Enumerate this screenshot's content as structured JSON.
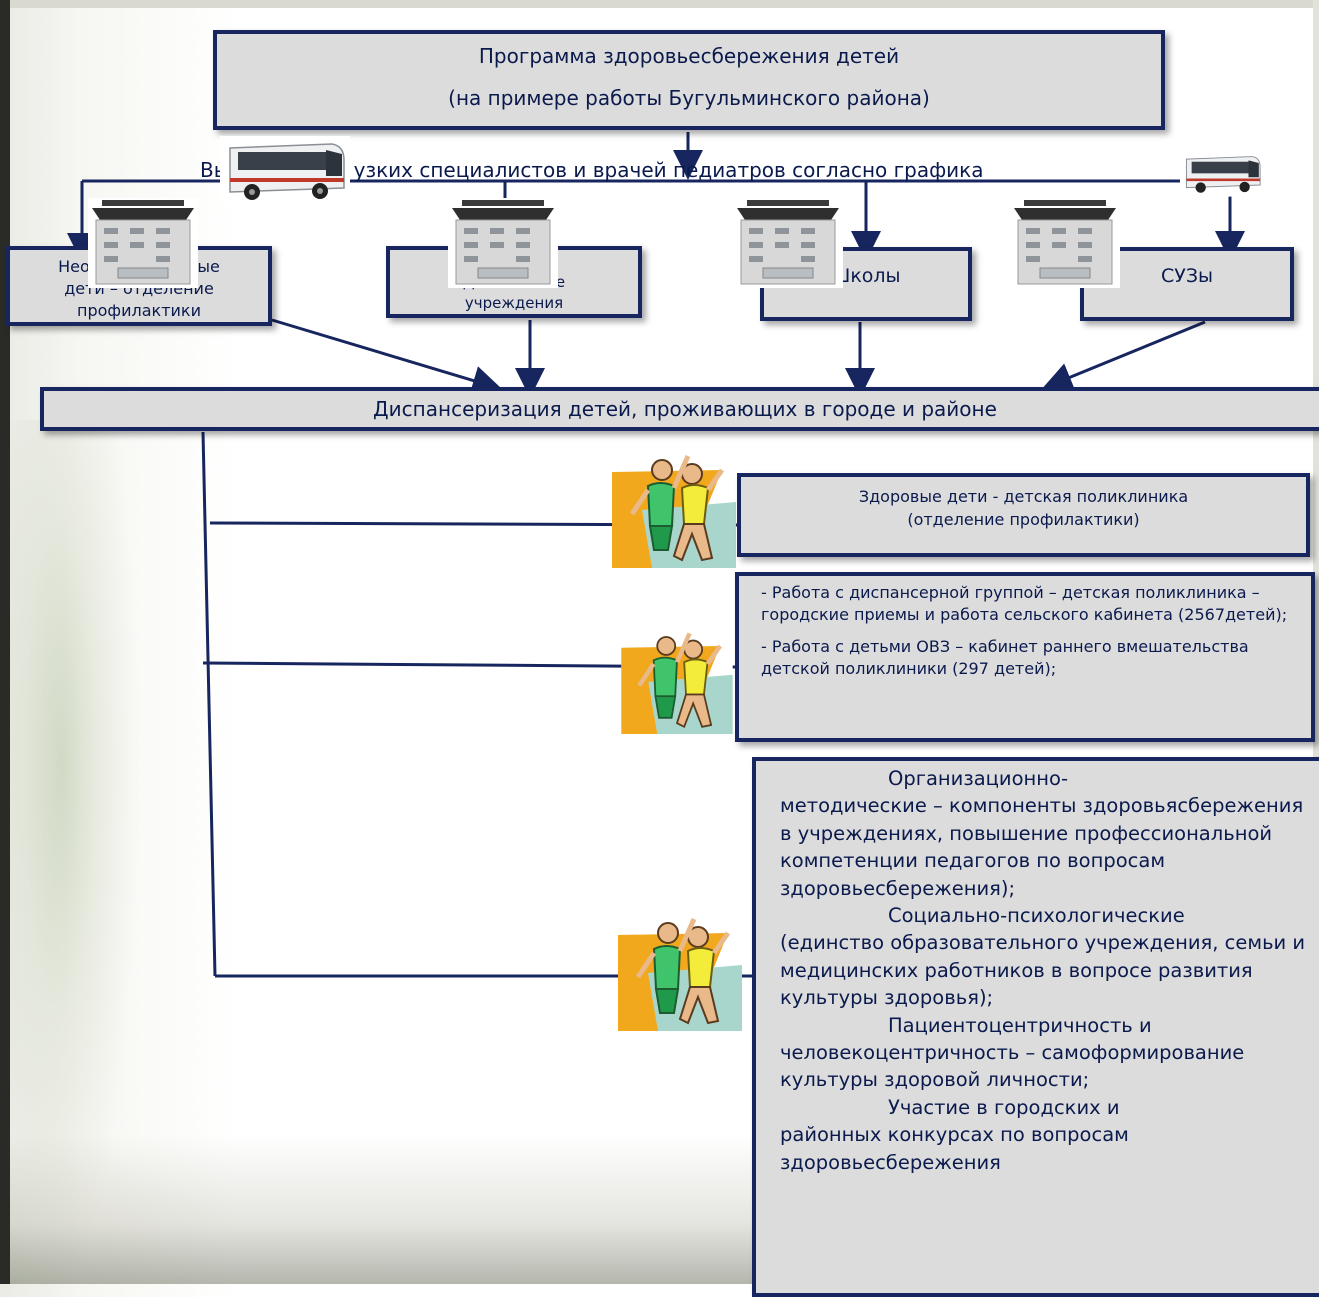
{
  "title": {
    "line1": "Программа здоровьесбережения детей",
    "line2": "(на примере работы Бугульминского района)"
  },
  "route_text": "Выезд бригад узких специалистов и врачей педиатров согласно графика",
  "institutions": [
    {
      "label_line1": "Неорганизованные",
      "label_line2": "дети – отделение",
      "label_line3": "профилактики"
    },
    {
      "label_line1": "Дошкольные",
      "label_line2": "учреждения"
    },
    {
      "label": "Школы"
    },
    {
      "label": "СУЗы"
    }
  ],
  "dispensary": "Диспансеризация детей, проживающих  в городе и районе",
  "results": {
    "healthy": {
      "line1": "Здоровые дети  - детская поликлиника",
      "line2": "(отделение профилактики)"
    },
    "dispensary_group": {
      "item1": "- Работа с диспансерной группой – детская поликлиника – городские приемы и работа сельского кабинета (2567детей);",
      "item2": "- Работа с детьми ОВЗ – кабинет раннего вмешательства детской поликлиники (297 детей);"
    },
    "components": {
      "p1_head": "Организационно-",
      "p1_body": "методические – компоненты здоровьясбережения в учреждениях, повышение профессиональной компетенции педагогов по вопросам здоровьесбережения);",
      "p2_head": "Социально-психологические",
      "p2_body": "(единство образовательного учреждения, семьи  и медицинских работников в вопросе развития культуры здоровья);",
      "p3_head": "Пациентоцентричность и",
      "p3_body": "человекоцентричность – самоформирование культуры здоровой личности;",
      "p4_head": "Участие в городских и",
      "p4_body": "районных конкурсах по вопросам здоровьесбережения"
    }
  },
  "colors": {
    "box_fill": "#dcdcdc",
    "box_border": "#17265f",
    "text": "#0b1a4d",
    "arrow": "#17265f"
  },
  "icons": [
    "bus-icon",
    "building-icon",
    "runners-icon"
  ]
}
